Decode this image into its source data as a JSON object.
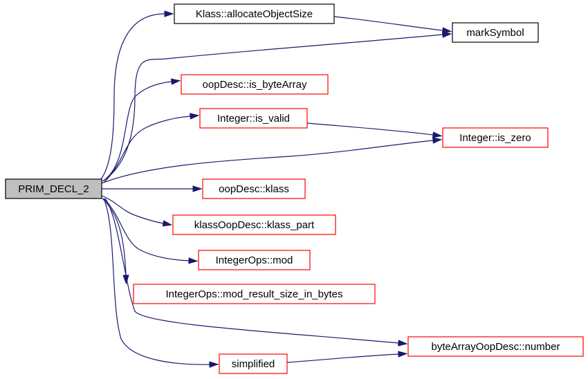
{
  "colors": {
    "edge": "#191970",
    "root_fill": "#bfbfbf",
    "root_border": "#000000",
    "plain_border": "#000000",
    "linked_border": "#ff0000"
  },
  "nodes": [
    {
      "id": "prim_decl_2",
      "label": "PRIM_DECL_2",
      "style": "root"
    },
    {
      "id": "klass_allocate_object_size",
      "label": "Klass::allocateObjectSize",
      "style": "plain"
    },
    {
      "id": "mark_symbol",
      "label": "markSymbol",
      "style": "plain"
    },
    {
      "id": "oopdesc_is_bytearray",
      "label": "oopDesc::is_byteArray",
      "style": "linked"
    },
    {
      "id": "integer_is_valid",
      "label": "Integer::is_valid",
      "style": "linked"
    },
    {
      "id": "integer_is_zero",
      "label": "Integer::is_zero",
      "style": "linked"
    },
    {
      "id": "oopdesc_klass",
      "label": "oopDesc::klass",
      "style": "linked"
    },
    {
      "id": "klassoopdesc_klass_part",
      "label": "klassOopDesc::klass_part",
      "style": "linked"
    },
    {
      "id": "integerops_mod",
      "label": "IntegerOps::mod",
      "style": "linked"
    },
    {
      "id": "integerops_mod_result_size_in_bytes",
      "label": "IntegerOps::mod_result_size_in_bytes",
      "style": "linked"
    },
    {
      "id": "bytearrayoopdesc_number",
      "label": "byteArrayOopDesc::number",
      "style": "linked"
    },
    {
      "id": "simplified",
      "label": "simplified",
      "style": "linked"
    }
  ],
  "edges": [
    {
      "from": "prim_decl_2",
      "to": "klass_allocate_object_size"
    },
    {
      "from": "prim_decl_2",
      "to": "mark_symbol"
    },
    {
      "from": "prim_decl_2",
      "to": "oopdesc_is_bytearray"
    },
    {
      "from": "prim_decl_2",
      "to": "integer_is_valid"
    },
    {
      "from": "prim_decl_2",
      "to": "integer_is_zero"
    },
    {
      "from": "prim_decl_2",
      "to": "oopdesc_klass"
    },
    {
      "from": "prim_decl_2",
      "to": "klassoopdesc_klass_part"
    },
    {
      "from": "prim_decl_2",
      "to": "integerops_mod"
    },
    {
      "from": "prim_decl_2",
      "to": "integerops_mod_result_size_in_bytes"
    },
    {
      "from": "prim_decl_2",
      "to": "bytearrayoopdesc_number"
    },
    {
      "from": "prim_decl_2",
      "to": "simplified"
    },
    {
      "from": "klass_allocate_object_size",
      "to": "mark_symbol"
    },
    {
      "from": "integer_is_valid",
      "to": "integer_is_zero"
    },
    {
      "from": "simplified",
      "to": "bytearrayoopdesc_number"
    }
  ]
}
